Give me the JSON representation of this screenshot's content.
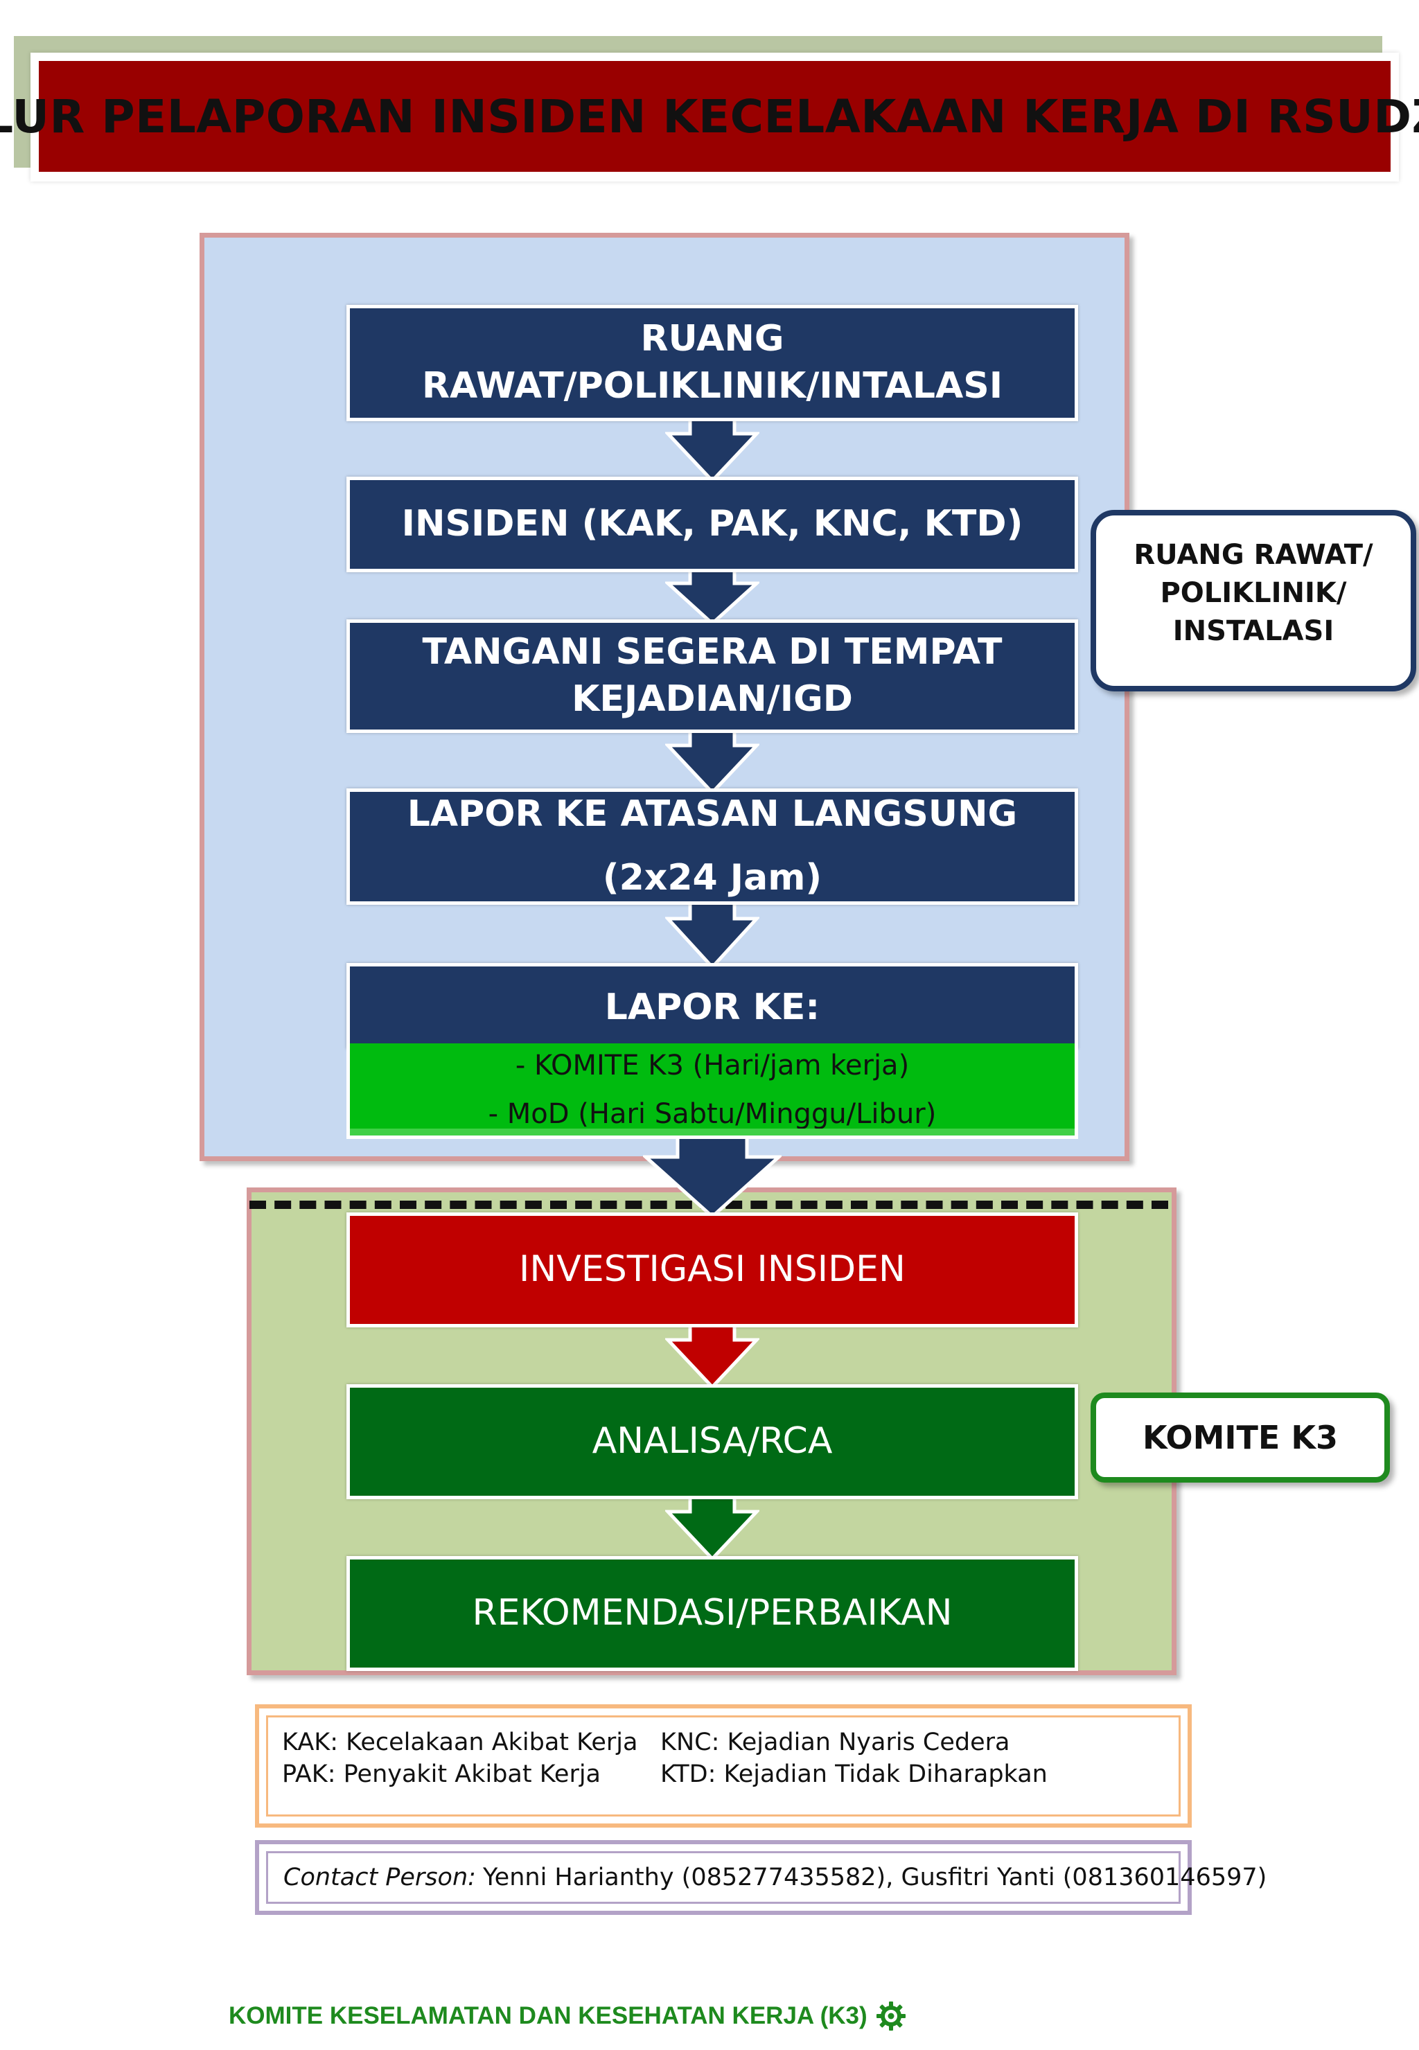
{
  "title": "ALUR PELAPORAN INSIDEN KECELAKAAN KERJA DI RSUDZA",
  "flow": {
    "ruang": "RUANG RAWAT/POLIKLINIK/INTALASI",
    "insiden": "INSIDEN (KAK, PAK, KNC, KTD)",
    "tangani_line1": "TANGANI SEGERA DI TEMPAT",
    "tangani_line2": "KEJADIAN/IGD",
    "lapor_atasan_line1": "LAPOR KE ATASAN LANGSUNG",
    "lapor_atasan_line2": "(2x24 Jam)",
    "lapor_ke": "LAPOR KE:",
    "lapor_ke_item1": "- KOMITE K3 (Hari/jam kerja)",
    "lapor_ke_item2": "- MoD (Hari Sabtu/Minggu/Libur)",
    "investigasi": "INVESTIGASI INSIDEN",
    "analisa": "ANALISA/RCA",
    "rekomendasi": "REKOMENDASI/PERBAIKAN"
  },
  "side_labels": {
    "ruang_line1": "RUANG RAWAT/",
    "ruang_line2": "POLIKLINIK/",
    "ruang_line3": "INSTALASI",
    "komite": "KOMITE K3"
  },
  "legend": {
    "kak": "KAK: Kecelakaan Akibat Kerja",
    "pak": "PAK: Penyakit Akibat Kerja",
    "knc": "KNC: Kejadian Nyaris Cedera",
    "ktd": "KTD: Kejadian Tidak Diharapkan"
  },
  "contact": {
    "label": "Contact Person:",
    "persons": "Yenni Harianthy (085277435582),  Gusfitri Yanti (081360146597)"
  },
  "footer": "KOMITE KESELAMATAN DAN KESEHATAN KERJA (K3)",
  "colors": {
    "title_bg": "#990000",
    "navy": "#1f3864",
    "red": "#c00000",
    "dark_green": "#006a15",
    "bright_green": "#00bb0f",
    "panel_blue": "#c7d9f1",
    "panel_green": "#c3d6a0",
    "panel_border": "#d59a9a",
    "footer_green": "#1e8a1e"
  },
  "icons": {
    "footer": "gear-icon"
  }
}
